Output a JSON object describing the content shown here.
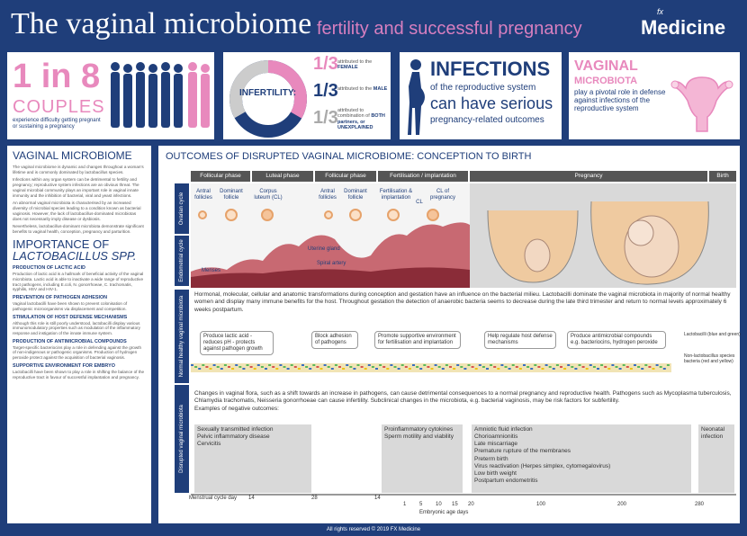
{
  "header": {
    "title": "The vaginal microbiome",
    "subtitle": "fertility and successful pregnancy",
    "logo_fx": "fx",
    "logo_text": "Medicine",
    "colors": {
      "navy": "#1f3e7a",
      "pink": "#e889bd"
    }
  },
  "stats": {
    "couples_big": "1 in 8",
    "couples_word": "COUPLES",
    "couples_desc": "experience difficulty getting pregnant or sustaining a pregnancy",
    "infertility_label": "INFERTILITY:",
    "fractions": [
      {
        "value": "1/3",
        "text_a": "attributed to the",
        "text_b": "FEMALE"
      },
      {
        "value": "1/3",
        "text_a": "attributed to the",
        "text_b": "MALE"
      },
      {
        "value": "1/3",
        "text_a": "attributed to combination of",
        "text_b": "BOTH partners, or UNEXPLAINED"
      }
    ],
    "infections_title": "INFECTIONS",
    "infections_line1": "of the reproductive system",
    "infections_line2": "can have serious",
    "infections_line3": "pregnancy-related outcomes",
    "microbiota_title1": "VAGINAL",
    "microbiota_title2": "MICROBIOTA",
    "microbiota_desc": "play a pivotal role in defense against infections of the reproductive system"
  },
  "left": {
    "h1": "VAGINAL MICROBIOME",
    "p1": "The vaginal microbiome is dynamic and changes throughout a woman's lifetime and is commonly dominated by lactobacillus species.",
    "p2": "Infections within any organ system can be detrimental to fertility and pregnancy; reproductive system infections are an obvious threat. The vaginal microbial community plays an important role in vaginal innate immunity and the inhibition of bacterial, viral and yeast infections.",
    "p3": "An abnormal vaginal microbiota is characterised by an increased diversity of microbial species leading to a condition known as bacterial vaginosis. However, the lack of lactobacillus-dominated microbiotas does not necessarily imply disease or dysbiosis.",
    "p4": "Nevertheless, lactobacillus-dominant microbiota demonstrate significant benefits to vaginal health, conception, pregnancy and parturition.",
    "h2a": "IMPORTANCE OF",
    "h2b": "LACTOBACILLUS SPP.",
    "subs": [
      {
        "title": "PRODUCTION OF LACTIC ACID",
        "text": "Production of lactic acid is a hallmark of beneficial activity of the vaginal microbiota. Lactic acid is able to inactivate a wide range of reproductive tract pathogens, including E.coli, N. gonorrhoeae, C. trachomatis, syphilis, HSV and HIV-1."
      },
      {
        "title": "PREVENTION OF PATHOGEN ADHESION",
        "text": "Vaginal lactobacilli have been shown to prevent colonisation of pathogenic microorganisms via displacement and competition."
      },
      {
        "title": "STIMULATION OF HOST DEFENSE MECHANISMS",
        "text": "Although this role is still poorly understood, lactobacilli display various immunomodulatory properties such as modulation of the inflammatory response and instigation of the innate immune system."
      },
      {
        "title": "PRODUCTION OF ANTIMICROBIAL COMPOUNDS",
        "text": "Target-specific bacteriocins play a role in defending against the growth of non-indigenous or pathogenic organisms. Production of hydrogen peroxide protect against the acquisition of bacterial vaginosis."
      },
      {
        "title": "SUPPORTIVE ENVIRONMENT FOR EMBRYO",
        "text": "Lactobacilli have been shown to play a role in shifting the balance of the reproductive tract in favour of successful implantation and pregnancy."
      }
    ]
  },
  "main": {
    "title": "OUTCOMES OF DISRUPTED VAGINAL MICROBIOME: CONCEPTION TO BIRTH",
    "row_labels": [
      "Ovarian cycle",
      "Endometrial cycle",
      "Normal healthy vaginal microbiota",
      "Disrupted vaginal microbiota"
    ],
    "phases": [
      "Follicular phase",
      "Luteal phase",
      "Follicular phase",
      "Fertilisation / implantation",
      "Pregnancy",
      "Birth"
    ],
    "ovary_labels": [
      "Antral follicles",
      "Dominant follicle",
      "Corpus luteum (CL)",
      "Antral follicles",
      "Dominant follicle",
      "Fertilisation & implantation",
      "CL",
      "CL of pregnancy"
    ],
    "endo_labels": [
      "Menses",
      "Uterine gland",
      "Spiral artery"
    ],
    "normal_text": "Hormonal, molecular, cellular and anatomic transformations during conception and gestation have an influence on the bacterial milieu. Lactobacilli dominate the vaginal microbiota in majority of normal healthy women and display many immune benefits for the host. Throughout gestation the detection of anaerobic bacteria seems to decrease during the late third trimester and return to normal levels approximately 6 weeks postpartum.",
    "bubbles": [
      "Produce lactic acid - reduces pH - protects against pathogen growth",
      "Block adhesion of pathogens",
      "Promote supportive environment for fertilisation and implantation",
      "Help regulate host defense mechanisms",
      "Produce antimicrobial compounds e.g. bacteriocins, hydrogen peroxide"
    ],
    "legend_lacto": "Lactobacilli (blue and green)",
    "legend_non": "Non-lactobacillus species bacteria (red and yellow)",
    "disrupted_text": "Changes in vaginal flora, such as a shift towards an increase in pathogens, can cause detrimental consequences to a normal pregnancy and reproductive health. Pathogens such as Mycoplasma tuberculosis, Chlamydia trachomatis, Neisseria gonorrhoeae can cause infertility. Subclinical changes in the microbiota, e.g. bacterial vaginosis, may be risk factors for subfertility.",
    "examples_label": "Examples of negative outcomes:",
    "outcomes": [
      "Sexually transmitted infection\nPelvic inflammatory disease\nCervicitis",
      "Proinflammatory cytokines\nSperm motility and viability",
      "Amniotic fluid infection\nChorioamnionitis\nLate miscarriage\nPremature rupture of the membranes\nPreterm birth\nVirus reactivation (Herpes simplex, cytomegalovirus)\nLow birth weight\nPostpartum endometritis",
      "Neonatal infection"
    ],
    "axis": {
      "menstrual_label": "Menstrual cycle day",
      "embryonic_label": "Embryonic age days",
      "menstrual_ticks": [
        "14",
        "28",
        "14"
      ],
      "embryonic_ticks": [
        "1",
        "5",
        "10",
        "15",
        "20",
        "100",
        "200",
        "280"
      ]
    }
  },
  "footer": "All rights reserved © 2019 FX Medicine"
}
